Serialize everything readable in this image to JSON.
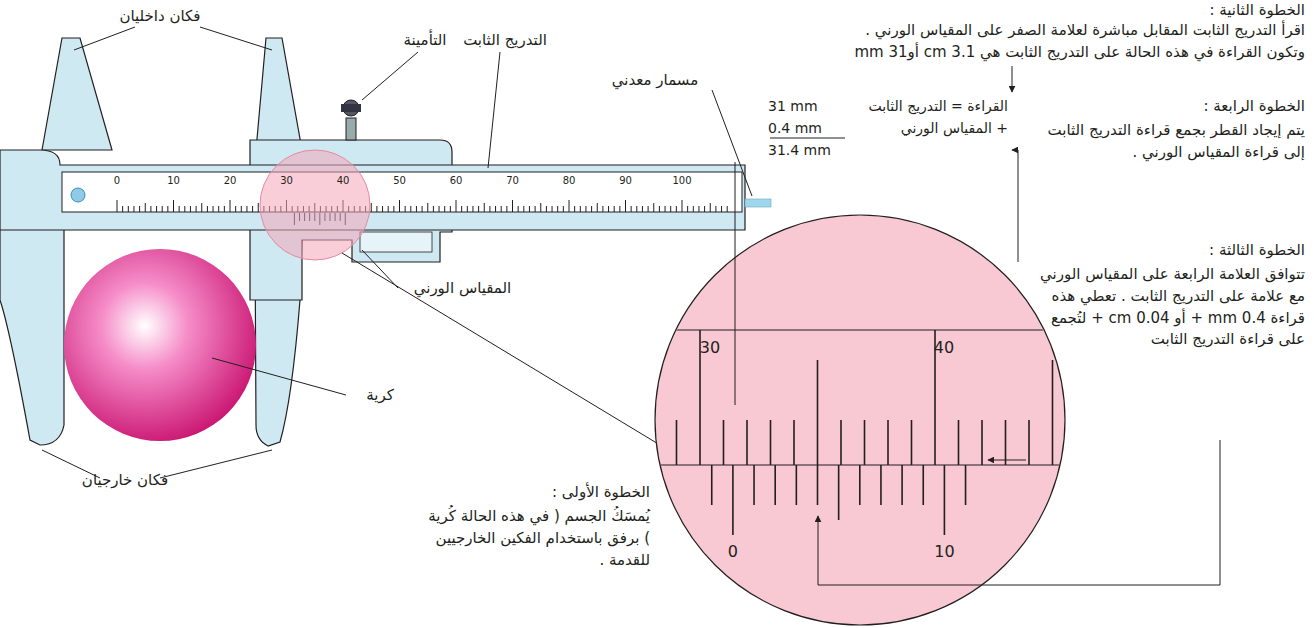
{
  "diagram": {
    "labels": [
      "فكان داخليان",
      "التأمينة",
      "التدريج الثابت",
      "الخطوة الثانية :",
      "اقرأ التدريج الثابت المقابل مباشرة لعلامة الصفر على المقياس الورني .",
      "وتكون القراءة في هذه الحالة على التدريج الثابت هي 3.1 cm أو31 mm",
      "مسمار معدني",
      "القراءة = التدريج الثابت",
      "31 mm",
      "+ المقياس الورني",
      "0.4 mm",
      "31.4 mm",
      "الخطوة الرابعة :",
      "يتم إيجاد القطر بجمع قراءة التدريج الثابت إلى قراءة المقياس الورني .",
      "الخطوة الثالثة :",
      "تتوافق العلامة الرابعة على المقياس الورني مع علامة على التدريج الثابت . تعطي هذه قراءة 0.4 mm + أو 0.04 cm + لتُجمع على قراءة التدريج الثابت",
      "المقياس الورني",
      "كرية",
      "فكان خارجيان",
      "الخطوة الأولى :",
      "يُمسَكُ الجسم ( في هذه الحالة كُرية ) برفق باستخدام الفكين الخارجيين للقدمة .",
      "0",
      "10",
      "20",
      "30",
      "40",
      "50",
      "60",
      "70",
      "80",
      "90",
      "100",
      "30",
      "40",
      "0",
      "10"
    ]
  }
}
